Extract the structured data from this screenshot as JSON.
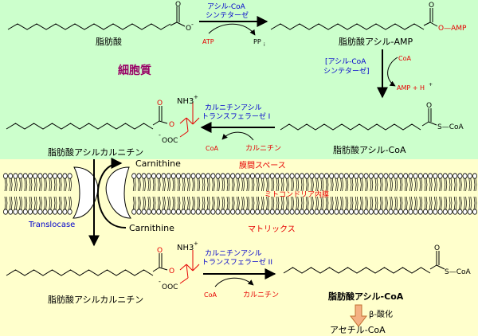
{
  "labels": {
    "fatty_acid": "脂肪酸",
    "o_minus": "O",
    "minus": "-",
    "enzyme_acyl_coa_synthetase_1": "アシル-CoA",
    "enzyme_acyl_coa_synthetase_2": "シンテターゼ",
    "atp": "ATP",
    "ppi": "PP",
    "ppi_sub": "i",
    "acyl_amp_group": "O—AMP",
    "fatty_acyl_amp": "脂肪酸アシル-AMP",
    "cytoplasm": "細胞質",
    "bracket_enzyme_1": "[アシル-CoA",
    "bracket_enzyme_2": "シンテターゼ]",
    "coa_in": "CoA",
    "amp_h": "AMP + H",
    "plus": "+",
    "nh3": "NH3",
    "cpt1_line1": "カルニチンアシル",
    "cpt1_line2": "トランスフェラーゼ I",
    "coa_out_1": "CoA",
    "carnitine_in_1": "カルニチン",
    "ooc": "OOC",
    "o": "O",
    "s_coa": "S—CoA",
    "fatty_acyl_carnitine_1": "脂肪酸アシルカルニチン",
    "fatty_acyl_coa_1": "脂肪酸アシル-CoA",
    "carnitine_top": "Carnithine",
    "intermembrane_space": "膜間スペース",
    "mito_inner_membrane": "ミトコンドリア内膜",
    "translocase": "Translocase",
    "carnitine_bottom": "Carnithine",
    "matrix": "マトリックス",
    "cpt2_line1": "カルニチンアシル",
    "cpt2_line2": "トランスフェラーゼ II",
    "coa_in_2": "CoA",
    "carnitine_out_2": "カルニチン",
    "fatty_acyl_carnitine_2": "脂肪酸アシルカルニチン",
    "fatty_acyl_coa_2": "脂肪酸アシル-CoA",
    "beta_oxidation": "β-酸化",
    "acetyl_coa": "アセチル-CoA"
  },
  "colors": {
    "cytoplasm_bg": "#ccffcc",
    "matrix_bg": "#ffffcc",
    "enzyme_text": "#0000cc",
    "cofactor_text": "#e60000",
    "region_label": "#990066",
    "membrane_fill": "#ffffff",
    "beta_arrow": "#f4b183"
  }
}
